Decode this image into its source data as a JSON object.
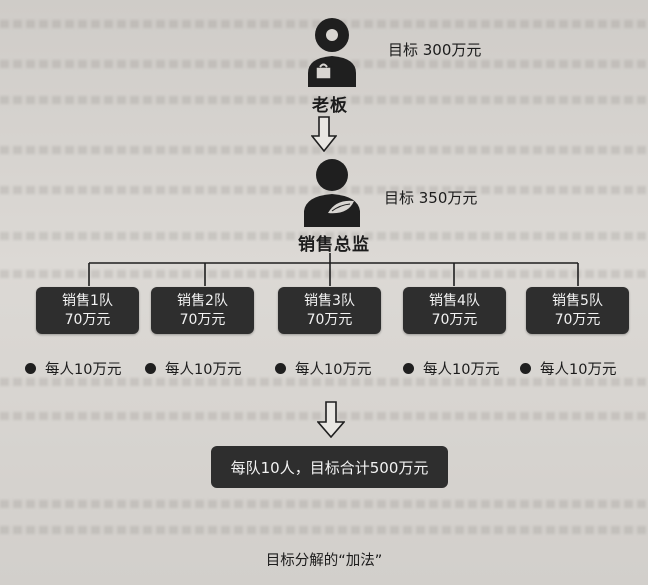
{
  "boss": {
    "label": "老板",
    "target": "目标 300万元"
  },
  "director": {
    "label": "销售总监",
    "target": "目标 350万元"
  },
  "teams": [
    {
      "name": "销售1队",
      "amount": "70万元"
    },
    {
      "name": "销售2队",
      "amount": "70万元"
    },
    {
      "name": "销售3队",
      "amount": "70万元"
    },
    {
      "name": "销售4队",
      "amount": "70万元"
    },
    {
      "name": "销售5队",
      "amount": "70万元"
    }
  ],
  "per_person": [
    "每人10万元",
    "每人10万元",
    "每人10万元",
    "每人10万元",
    "每人10万元"
  ],
  "summary": "每队10人，目标合计500万元",
  "caption": "目标分解的“加法”",
  "colors": {
    "box": "#2e2e2e",
    "box_text": "#f2f2f2",
    "background": "#d6d3cf"
  },
  "icons": [
    "boss-person-icon",
    "director-person-icon",
    "down-arrow-icon"
  ]
}
